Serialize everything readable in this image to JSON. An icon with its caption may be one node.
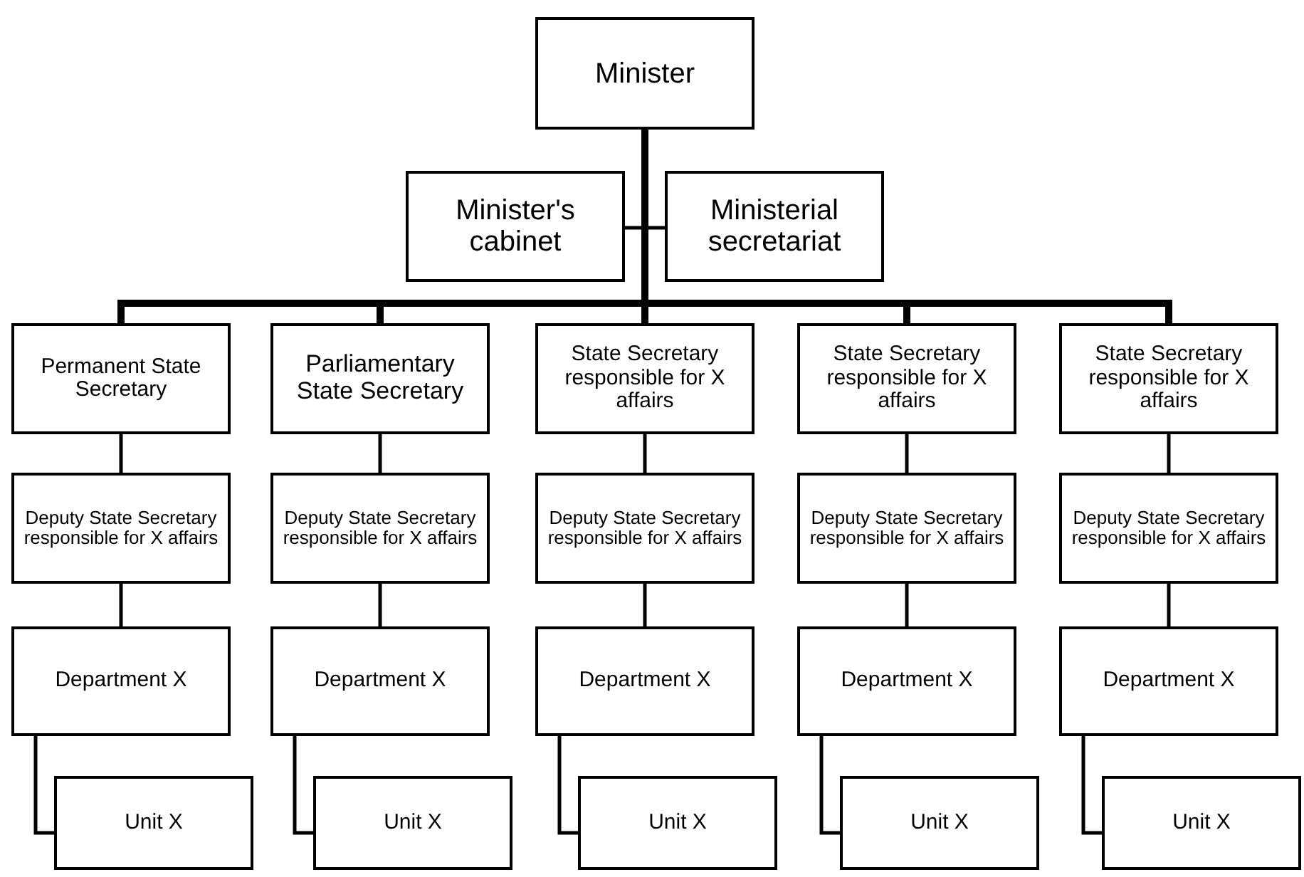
{
  "diagram": {
    "nodes": [
      {
        "text": [
          "Minister"
        ]
      },
      {
        "text": [
          "Minister's cabinet"
        ]
      },
      {
        "text": [
          "Ministerial secretariat"
        ]
      },
      {
        "text": [
          "Permanent State Secretary"
        ]
      },
      {
        "text": [
          "Parliamentary State Secretary"
        ]
      },
      {
        "text": [
          "State Secretary responsible for X affairs"
        ]
      },
      {
        "text": [
          "State Secretary responsible for X affairs"
        ]
      },
      {
        "text": [
          "State Secretary responsible for X affairs"
        ]
      },
      {
        "text": [
          "Deputy State Secretary responsible for X affairs"
        ]
      },
      {
        "text": [
          "Deputy State Secretary responsible for X affairs"
        ]
      },
      {
        "text": [
          "Deputy State Secretary responsible for X affairs"
        ]
      },
      {
        "text": [
          "Deputy State Secretary responsible for X affairs"
        ]
      },
      {
        "text": [
          "Deputy State Secretary responsible for X affairs"
        ]
      },
      {
        "text": [
          "Department X"
        ]
      },
      {
        "text": [
          "Department X"
        ]
      },
      {
        "text": [
          "Department X"
        ]
      },
      {
        "text": [
          "Department X"
        ]
      },
      {
        "text": [
          "Department X"
        ]
      },
      {
        "text": [
          "Unit X"
        ]
      },
      {
        "text": [
          "Unit X"
        ]
      },
      {
        "text": [
          "Unit X"
        ]
      },
      {
        "text": [
          "Unit X"
        ]
      },
      {
        "text": [
          "Unit X"
        ]
      }
    ],
    "edges": [
      {
        "from": 0,
        "to": 1,
        "arrow": "none"
      },
      {
        "from": 0,
        "to": 2,
        "arrow": "none"
      },
      {
        "from": 0,
        "to": 3,
        "arrow": "none",
        "style": "thick"
      },
      {
        "from": 0,
        "to": 4,
        "arrow": "none",
        "style": "thick"
      },
      {
        "from": 0,
        "to": 5,
        "arrow": "none",
        "style": "thick"
      },
      {
        "from": 0,
        "to": 6,
        "arrow": "none",
        "style": "thick"
      },
      {
        "from": 0,
        "to": 7,
        "arrow": "none",
        "style": "thick"
      },
      {
        "from": 3,
        "to": 8,
        "arrow": "none"
      },
      {
        "from": 4,
        "to": 9,
        "arrow": "none"
      },
      {
        "from": 5,
        "to": 10,
        "arrow": "none"
      },
      {
        "from": 6,
        "to": 11,
        "arrow": "none"
      },
      {
        "from": 7,
        "to": 12,
        "arrow": "none"
      },
      {
        "from": 8,
        "to": 13,
        "arrow": "none"
      },
      {
        "from": 9,
        "to": 14,
        "arrow": "none"
      },
      {
        "from": 10,
        "to": 15,
        "arrow": "none"
      },
      {
        "from": 11,
        "to": 16,
        "arrow": "none"
      },
      {
        "from": 12,
        "to": 17,
        "arrow": "none"
      },
      {
        "from": 13,
        "to": 18,
        "arrow": "none"
      },
      {
        "from": 14,
        "to": 19,
        "arrow": "none"
      },
      {
        "from": 15,
        "to": 20,
        "arrow": "none"
      },
      {
        "from": 16,
        "to": 21,
        "arrow": "none"
      },
      {
        "from": 17,
        "to": 22,
        "arrow": "none"
      }
    ]
  }
}
